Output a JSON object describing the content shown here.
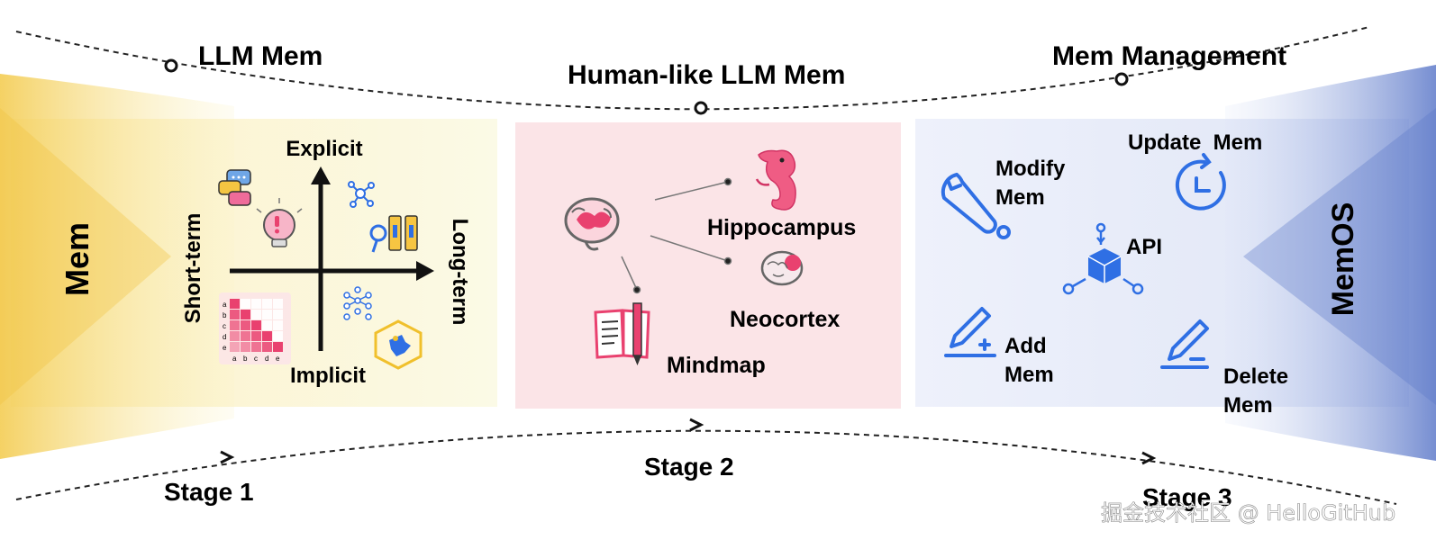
{
  "header": {
    "stage1_title": "LLM Mem",
    "stage2_title": "Human-like LLM Mem",
    "stage3_title": "Mem Management"
  },
  "left_band": {
    "label": "Mem"
  },
  "right_band": {
    "label": "MemOS"
  },
  "stage1": {
    "axis_top": "Explicit",
    "axis_bottom": "Implicit",
    "axis_left": "Short-term",
    "axis_right": "Long-term",
    "matrix_rows": [
      "a",
      "b",
      "c",
      "d",
      "e"
    ],
    "matrix_cols": [
      "a",
      "b",
      "c",
      "d",
      "e"
    ]
  },
  "stage2": {
    "hippocampus": "Hippocampus",
    "neocortex": "Neocortex",
    "mindmap": "Mindmap"
  },
  "stage3": {
    "modify": "Modify\nMem",
    "update": "Update  Mem",
    "api": "API",
    "add": "Add\nMem",
    "delete": "Delete\nMem"
  },
  "footer": {
    "stage1": "Stage 1",
    "stage2": "Stage 2",
    "stage3": "Stage 3",
    "watermark": "掘金技术社区 @ HelloGitHub"
  },
  "colors": {
    "panel1": "#fbf8dc",
    "panel2": "#fbe3e6",
    "panel3": "#e9edf9",
    "yellow_band": "#f6d77a",
    "blue_band": "#8ea4da",
    "icon_blue": "#2f6fe4",
    "icon_pink": "#e9416f"
  }
}
